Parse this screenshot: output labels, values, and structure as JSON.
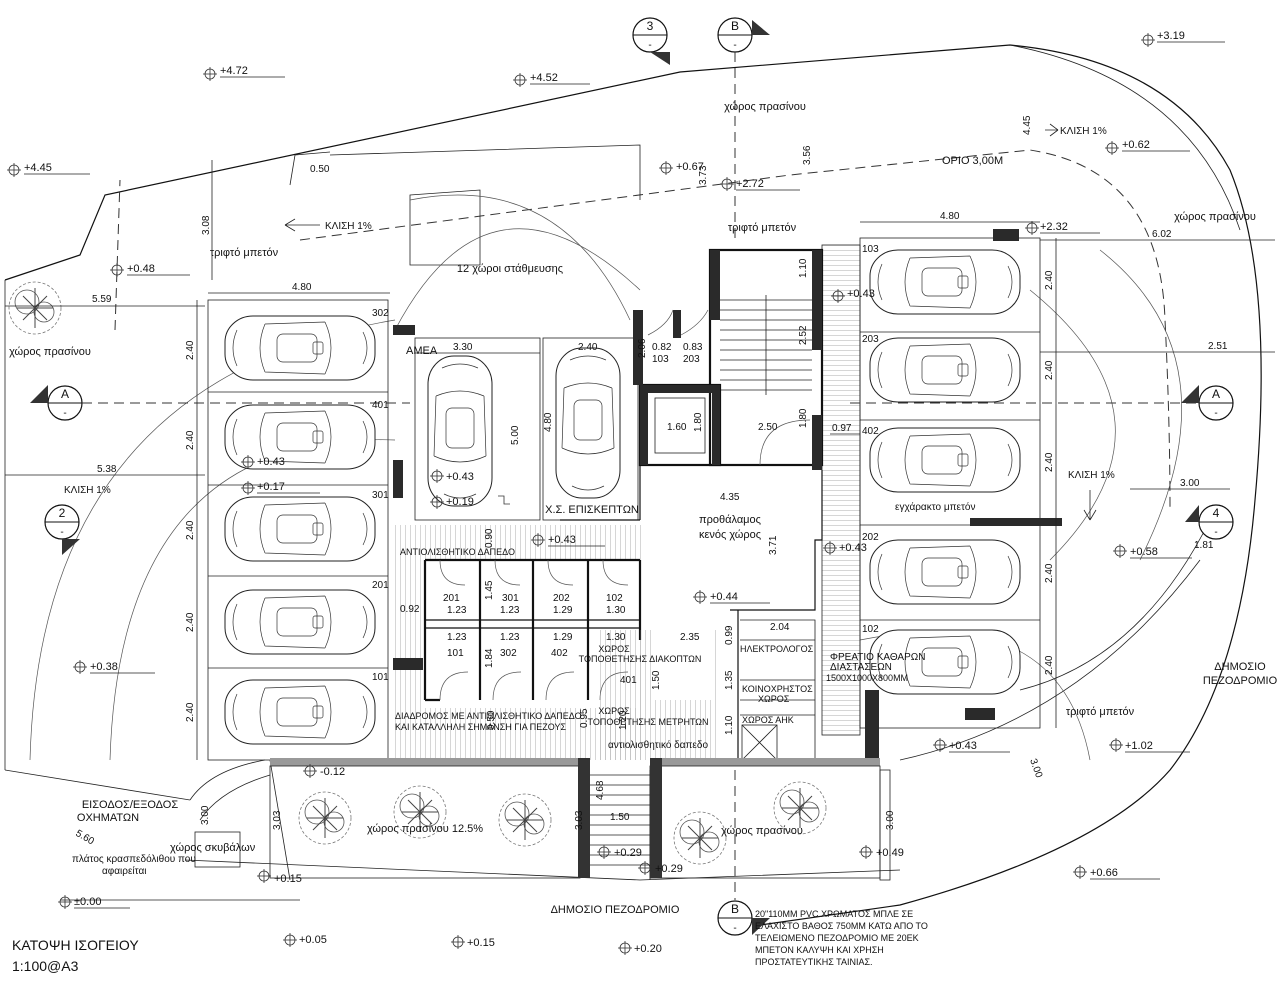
{
  "sheet": {
    "title": "ΚΑΤΟΨΗ ΙΣΟΓΕΙΟΥ",
    "scale": "1:100@A3"
  },
  "sections": [
    {
      "letter": "3",
      "sub": "-"
    },
    {
      "letter": "B",
      "sub": "-"
    },
    {
      "letter": "A",
      "sub": "-"
    },
    {
      "letter": "A",
      "sub": "-"
    },
    {
      "letter": "2",
      "sub": "-"
    },
    {
      "letter": "4",
      "sub": "-"
    },
    {
      "letter": "B",
      "sub": "-"
    }
  ],
  "levels": [
    "+3.19",
    "+4.72",
    "+4.52",
    "+4.45",
    "+0.62",
    "+0.67",
    "+2.72",
    "+2.32",
    "+0.48",
    "+0.43",
    "+0.43",
    "+0.17",
    "+0.19",
    "+0.43",
    "+0.43",
    "+0.58",
    "+0.44",
    "+0.43",
    "+0.38",
    "+1.02",
    "+0.43",
    "-0.12",
    "+0.29",
    "+0.29",
    "+0.49",
    "+0.15",
    "±0.00",
    "+0.05",
    "+0.15",
    "+0.20",
    "+0.66"
  ],
  "dimensions": [
    "4.45",
    "3.73",
    "3.56",
    "0.50",
    "3.08",
    "4.80",
    "5.59",
    "4.80",
    "6.02",
    "1.10",
    "2.52",
    "1.80",
    "2.50",
    "0.97",
    "2.51",
    "2.40",
    "2.40",
    "2.40",
    "2.40",
    "2.40",
    "2.40",
    "2.40",
    "2.40",
    "2.40",
    "2.40",
    "3.30",
    "5.00",
    "4.80",
    "2.40",
    "2.06",
    "0.82",
    "0.83",
    "103",
    "203",
    "1.60",
    "1.80",
    "5.38",
    "4.35",
    "3.71",
    "3.00",
    "1.81",
    "0.90",
    "1.45",
    "0.92",
    "1.84",
    "1.23",
    "1.23",
    "1.29",
    "1.30",
    "1.23",
    "1.23",
    "1.29",
    "1.30",
    "2.35",
    "2.04",
    "0.99",
    "1.35",
    "1.10",
    "1.50",
    "1.20",
    "0.95",
    "0.50",
    "4.68",
    "1.50",
    "3.03",
    "3.03",
    "3.00",
    "3.00",
    "3.00",
    "5.60"
  ],
  "labels": {
    "green1": "χώρος πρασίνου",
    "green2": "χώρος πρασίνου",
    "green3": "χώρος πρασίνου",
    "green4": "χώρος πρασίνου 12.5%",
    "green5": "χώρος πρασίνου",
    "slope1": "ΚΛΙΣΗ 1%",
    "slope2": "ΚΛΙΣΗ 1%",
    "slope3": "ΚΛΙΣΗ 1%",
    "slope4": "ΚΛΙΣΗ 1%",
    "limit": "ΟΡΙΟ 3,00Μ",
    "concrete1": "τριφτό μπετόν",
    "concrete2": "τριφτό μπετόν",
    "concrete3": "τριφτό μπετόν",
    "parking": "12 χώροι στάθμευσης",
    "amea": "ΑΜΕΑ",
    "visitor": "Χ.Σ. ΕΠΙΣΚΕΠΤΩΝ",
    "lobby1": "προθάλαμος",
    "lobby2": "κενός χώρος",
    "antislip1": "ΑΝΤΙΟΛΙΣΘΗΤΙΚΟ ΔΑΠΕΔΟ",
    "corridor1": "ΔΙΑΔΡΟΜΟΣ ΜΕ ΑΝΤΙΟΛΙΣΘΗΤΙΚΟ ΔΑΠΕΔΟ",
    "corridor2": "ΚΑΙ ΚΑΤΑΛΛΗΛΗ ΣΗΜΑΝΣΗ ΓΙΑ ΠΕΖΟΥΣ",
    "switch1": "ΧΩΡΟΣ",
    "switch2": "ΤΟΠΟΘΕΤΗΣΗΣ ΔΙΑΚΟΠΤΩΝ",
    "meter1": "ΧΩΡΟΣ",
    "meter2": "ΤΟΠΟΘΕΤΗΣΗΣ ΜΕΤΡΗΤΩΝ",
    "antislip2": "αντιολισθητικό δαπεδο",
    "elec": "ΗΛΕΚΤΡΟΛΟΓΟΣ",
    "manhole1": "ΦΡΕΑΤΙΟ ΚΑΘΑΡΩΝ",
    "manhole2": "ΔΙΑΣΤΑΣΕΩΝ",
    "manhole3": "1500Χ1000Χ800ΜΜ",
    "common1": "ΚΟΙΝΟΧΡΗΣΤΟΣ",
    "common2": "ΧΩΡΟΣ",
    "ahk": "ΧΩΡΟΣ ΑΗΚ",
    "engraved": "εγχάρακτο μπετόν",
    "sidewalk_r1": "ΔΗΜΟΣΙΟ",
    "sidewalk_r2": "ΠΕΖΟΔΡΟΜΙΟ",
    "sidewalk_b": "ΔΗΜΟΣΙΟ ΠΕΖΟΔΡΟΜΙΟ",
    "entry1": "ΕΙΣΟΔΟΣ/ΕΞΟΔΟΣ",
    "entry2": "ΟΧΗΜΑΤΩΝ",
    "bins": "χώρος σκυβάλων",
    "curb1": "πλάτος κρασπεδόλιθου που",
    "curb2": "αφαιρείται",
    "note1": "20\"110ΜΜ PVC ΧΡΩΜΑΤΟΣ ΜΠΛΕ ΣΕ",
    "note2": "ΕΛΑΧΙΣΤΟ ΒΑΘΟΣ 750ΜΜ ΚΑΤΩ ΑΠΟ ΤΟ",
    "note3": "ΤΕΛΕΙΩΜΕΝΟ ΠΕΖΟΔΡΟΜΙΟ ΜΕ 20ΕΚ",
    "note4": "ΜΠΕΤΟΝ ΚΑΛΥΨΗ ΚΑΙ ΧΡΗΣΗ",
    "note5": "ΠΡΟΣΤΑΤΕΥΤΙΚΗΣ ΤΑΙΝΙΑΣ."
  },
  "spaces": [
    "302",
    "401",
    "301",
    "201",
    "101",
    "103",
    "203",
    "402",
    "202",
    "102",
    "201",
    "301",
    "202",
    "102",
    "101",
    "302",
    "402",
    "401"
  ]
}
